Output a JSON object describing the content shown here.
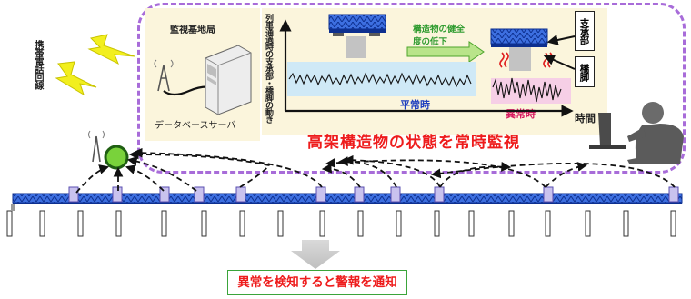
{
  "base_station": {
    "title": "監視基地局",
    "server_label": "データベースサーバ"
  },
  "phone_line": {
    "label": "携帯電話回線"
  },
  "chart": {
    "ylabel": "列車通過時の支承部・橋脚の動き",
    "xlabel": "時間",
    "normal_label": "平常時",
    "abnormal_label": "異常時",
    "degradation_label": "構造物の健全度の低下",
    "bearing_label": "支承部",
    "pier_label": "橋脚"
  },
  "headline": "高架構造物の状態を常時監視",
  "alert": "異常を検知すると警報を通知",
  "colors": {
    "frame": "#a86cd9",
    "panel": "#fbf5dc",
    "alert_text": "#ee1c1c",
    "normal_label": "#1f3fbf",
    "abnormal_label": "#d81b60",
    "sensor_node": "#3f9c1f",
    "bridge_truss": "#1f4fbf"
  }
}
